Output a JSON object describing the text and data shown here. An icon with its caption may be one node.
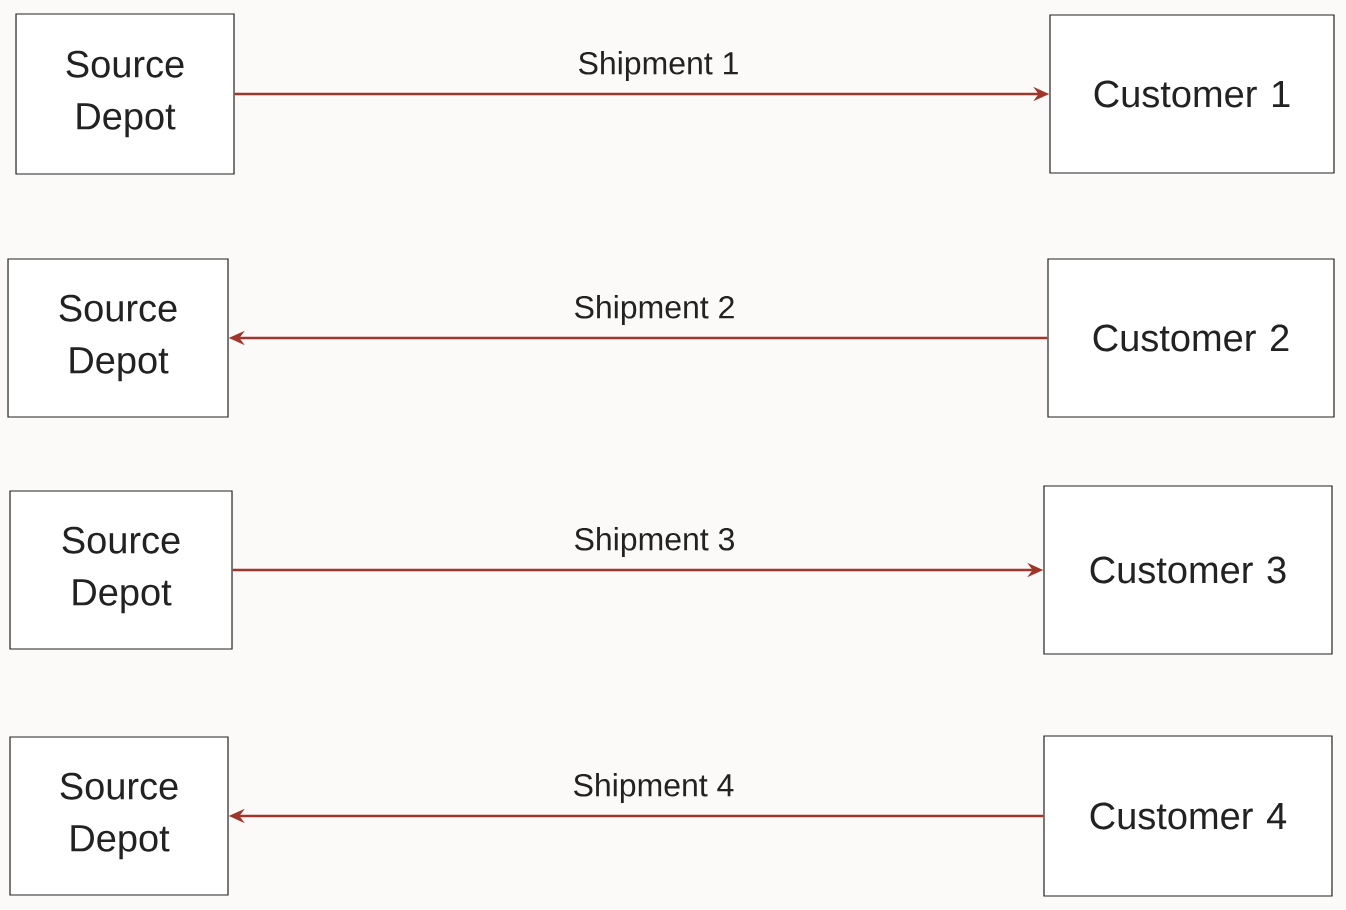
{
  "diagram": {
    "nodes": [
      {
        "text": [
          "Source Depot"
        ]
      },
      {
        "text": [
          "Customer 1"
        ]
      },
      {
        "text": [
          "Source Depot"
        ]
      },
      {
        "text": [
          "Customer 2"
        ]
      },
      {
        "text": [
          "Source Depot"
        ]
      },
      {
        "text": [
          "Customer 3"
        ]
      },
      {
        "text": [
          "Source Depot"
        ]
      },
      {
        "text": [
          "Customer 4"
        ]
      }
    ],
    "edges": [
      {
        "from": 0,
        "to": 1,
        "arrow": "to",
        "label": "Shipment 1"
      },
      {
        "from": 3,
        "to": 2,
        "arrow": "to",
        "label": "Shipment 2"
      },
      {
        "from": 4,
        "to": 5,
        "arrow": "to",
        "label": "Shipment 3"
      },
      {
        "from": 7,
        "to": 6,
        "arrow": "to",
        "label": "Shipment 4"
      }
    ]
  }
}
